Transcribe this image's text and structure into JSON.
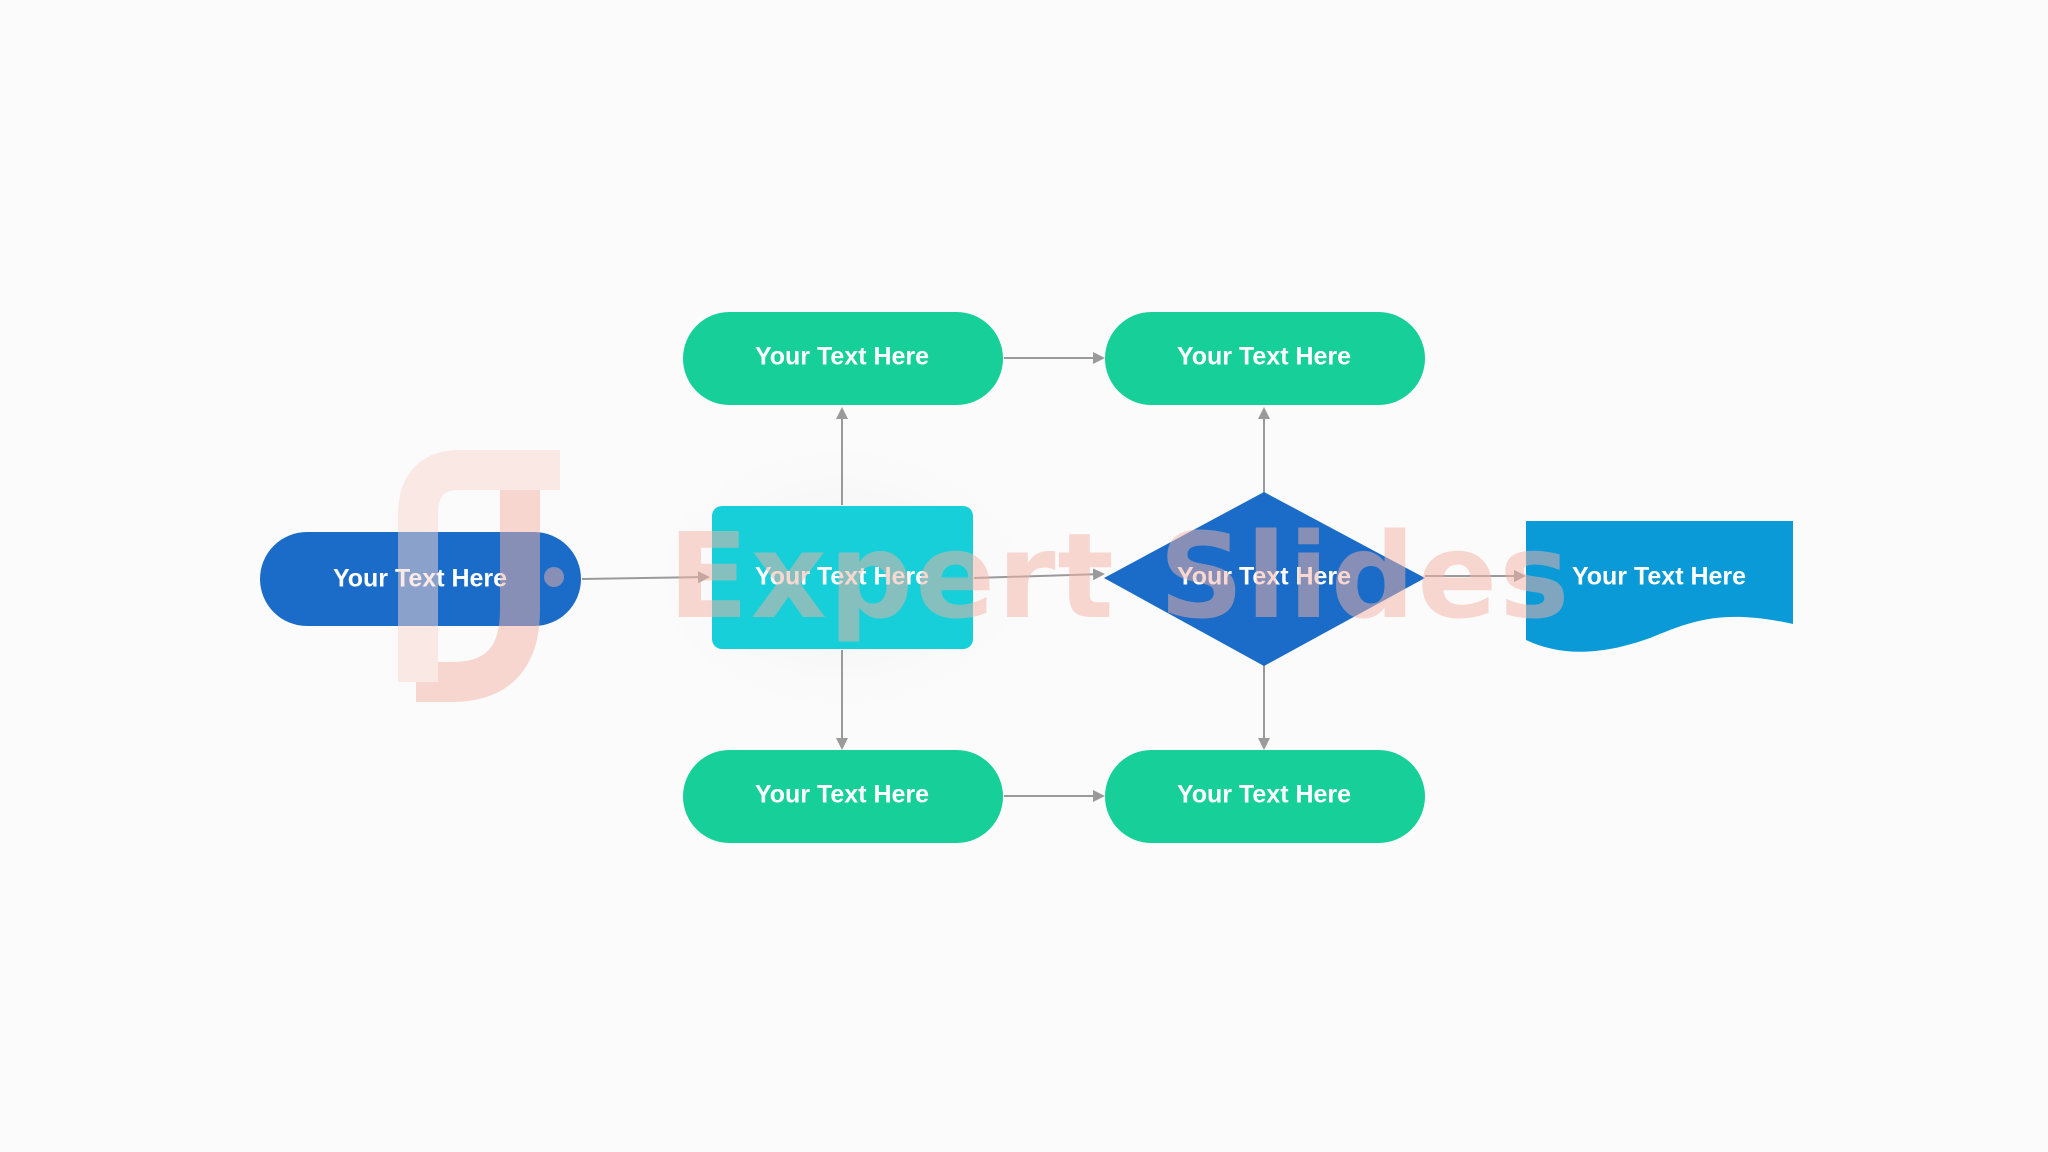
{
  "nodes": {
    "start": {
      "label": "Your Text Here",
      "shape": "terminal",
      "color": "#1a6cc8"
    },
    "process": {
      "label": "Your Text Here",
      "shape": "process",
      "color": "#16cfd9"
    },
    "top_left": {
      "label": "Your Text Here",
      "shape": "terminal",
      "color": "#17cf98"
    },
    "top_right": {
      "label": "Your Text Here",
      "shape": "terminal",
      "color": "#17cf98"
    },
    "decision": {
      "label": "Your Text Here",
      "shape": "decision",
      "color": "#1a6cc8"
    },
    "bottom_left": {
      "label": "Your Text Here",
      "shape": "terminal",
      "color": "#17cf98"
    },
    "bottom_right": {
      "label": "Your Text Here",
      "shape": "terminal",
      "color": "#17cf98"
    },
    "document": {
      "label": "Your Text Here",
      "shape": "document",
      "color": "#0a9ad8"
    }
  },
  "edges": [
    {
      "from": "start",
      "to": "process"
    },
    {
      "from": "process",
      "to": "top_left"
    },
    {
      "from": "process",
      "to": "bottom_left"
    },
    {
      "from": "process",
      "to": "decision"
    },
    {
      "from": "top_left",
      "to": "top_right"
    },
    {
      "from": "bottom_left",
      "to": "bottom_right"
    },
    {
      "from": "decision",
      "to": "top_right"
    },
    {
      "from": "decision",
      "to": "bottom_right"
    },
    {
      "from": "decision",
      "to": "document"
    }
  ],
  "watermark": {
    "text": "Expert Slides",
    "color": "#f4b3a6"
  },
  "colors": {
    "connector": "#9a9a9a",
    "background": "#fbfbfb"
  }
}
